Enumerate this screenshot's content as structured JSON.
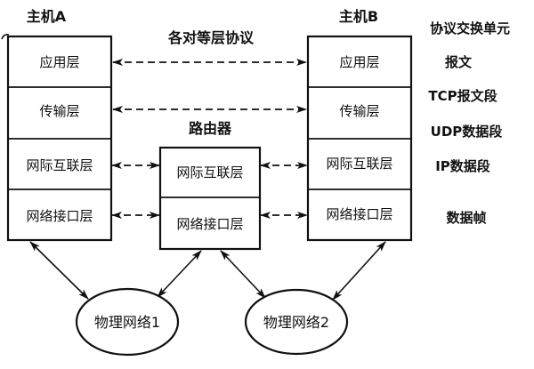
{
  "diagram": {
    "host_a": {
      "title": "主机A",
      "layers": [
        "应用层",
        "传输层",
        "网际互联层",
        "网络接口层"
      ]
    },
    "host_b": {
      "title": "主机B",
      "layers": [
        "应用层",
        "传输层",
        "网际互联层",
        "网络接口层"
      ]
    },
    "router": {
      "title": "路由器",
      "layers": [
        "网际互联层",
        "网络接口层"
      ]
    },
    "peer_protocol_label": "各对等层协议",
    "pdu_header": "协议交换单元",
    "pdu_units": [
      "报文",
      "TCP报文段",
      "UDP数据段",
      "IP数据段",
      "数据帧"
    ],
    "networks": [
      "物理网络1",
      "物理网络2"
    ],
    "connections": [
      {
        "from": "主机A.应用层",
        "to": "主机B.应用层",
        "style": "dashed",
        "direction": "bidirectional"
      },
      {
        "from": "主机A.传输层",
        "to": "主机B.传输层",
        "style": "dashed",
        "direction": "bidirectional"
      },
      {
        "from": "主机A.网际互联层",
        "to": "路由器.网际互联层",
        "style": "dashed",
        "direction": "bidirectional"
      },
      {
        "from": "路由器.网际互联层",
        "to": "主机B.网际互联层",
        "style": "dashed",
        "direction": "bidirectional"
      },
      {
        "from": "主机A.网络接口层",
        "to": "路由器.网络接口层",
        "style": "dashed",
        "direction": "bidirectional"
      },
      {
        "from": "路由器.网络接口层",
        "to": "主机B.网络接口层",
        "style": "dashed",
        "direction": "bidirectional"
      },
      {
        "from": "主机A",
        "to": "物理网络1",
        "style": "solid",
        "direction": "bidirectional"
      },
      {
        "from": "路由器",
        "to": "物理网络1",
        "style": "solid",
        "direction": "bidirectional"
      },
      {
        "from": "路由器",
        "to": "物理网络2",
        "style": "solid",
        "direction": "bidirectional"
      },
      {
        "from": "主机B",
        "to": "物理网络2",
        "style": "solid",
        "direction": "bidirectional"
      }
    ]
  }
}
